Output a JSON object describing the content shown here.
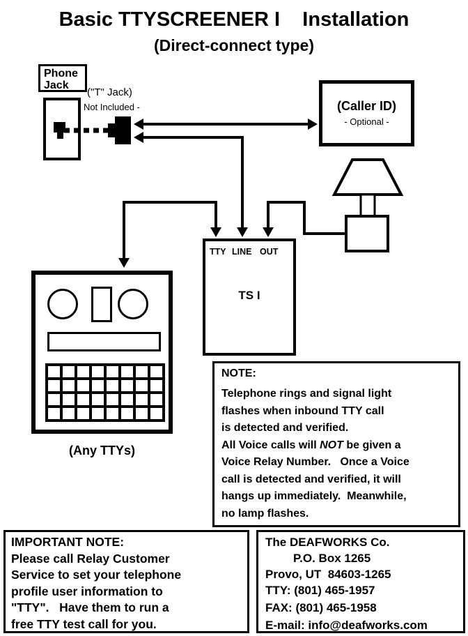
{
  "title": "Basic TTYSCREENER I    Installation",
  "subtitle": "(Direct-connect type)",
  "phone_jack_label": "Phone Jack",
  "t_jack": {
    "label": "(\"T\" Jack)",
    "note": "- Not Included -"
  },
  "caller_id": {
    "label": "(Caller ID)",
    "note": "- Optional -"
  },
  "tsi": {
    "ports": [
      "TTY",
      "LINE",
      "OUT"
    ],
    "label": "TS I"
  },
  "tty_caption": "(Any TTYs)",
  "note": {
    "heading": "NOTE:",
    "lines_a": [
      "Telephone rings and signal light",
      "flashes when inbound TTY call",
      "is detected and verified."
    ],
    "line_em_pre": "All Voice calls will ",
    "line_em_word": "NOT",
    "line_em_post": " be given a",
    "lines_b": [
      "Voice Relay Number.   Once a Voice",
      "call is detected and verified, it will",
      "hangs up immediately.  Meanwhile,",
      "no lamp flashes."
    ]
  },
  "important": {
    "lines": [
      "IMPORTANT NOTE:",
      "Please call Relay Customer",
      "Service to set your telephone",
      "profile user information to",
      "\"TTY\".   Have them to run a",
      "free TTY test call for you."
    ]
  },
  "contact": {
    "lines": [
      "The DEAFWORKS Co.",
      "P.O. Box 1265",
      "Provo, UT  84603-1265",
      "TTY: (801) 465-1957",
      "FAX: (801) 465-1958",
      "E-mail: info@deafworks.com"
    ]
  },
  "colors": {
    "ink": "#000000",
    "paper": "#ffffff"
  }
}
